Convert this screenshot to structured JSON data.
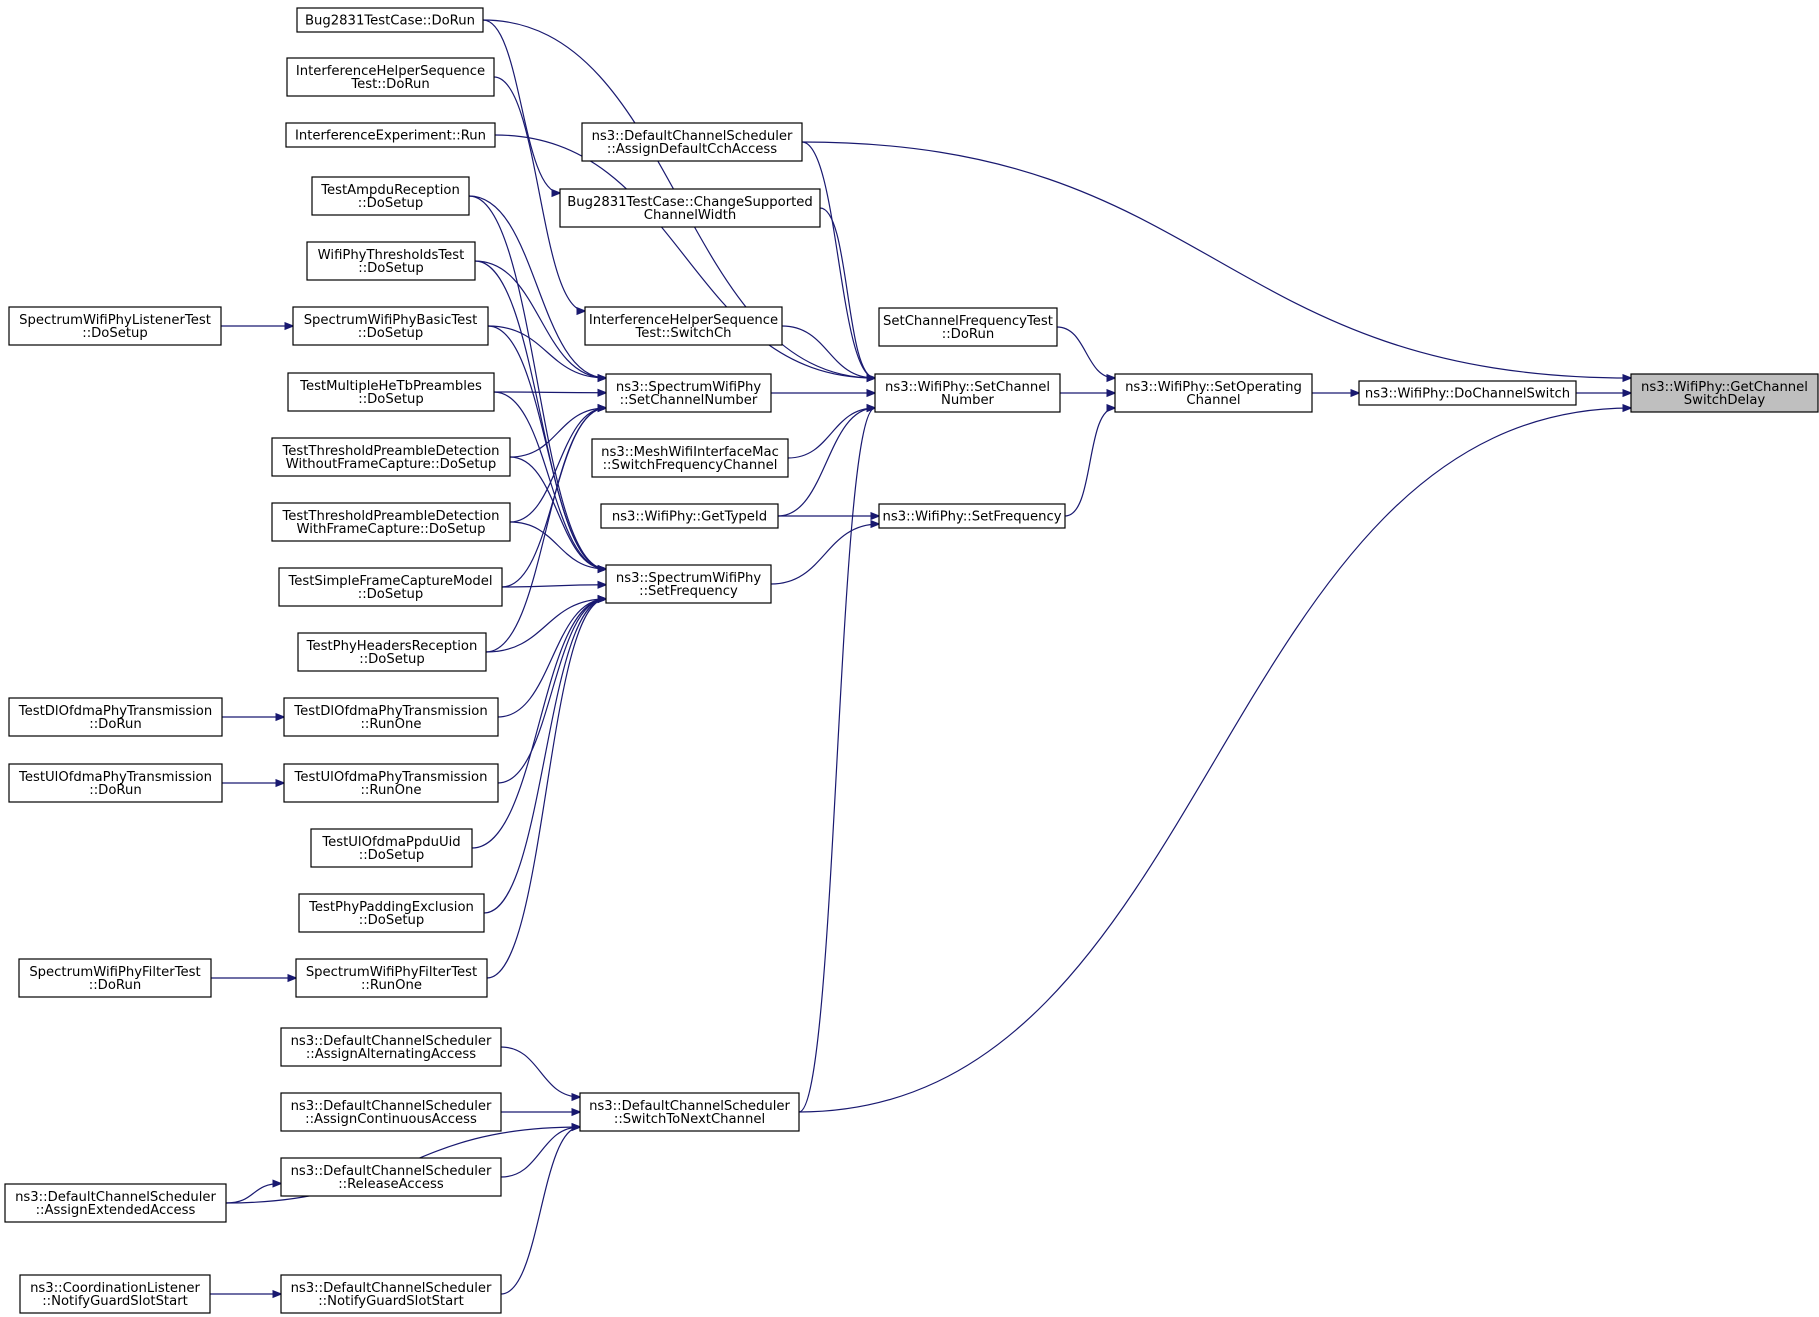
{
  "graph": {
    "edge_color": "#191970",
    "root_fill": "#bfbfbf",
    "nodes": [
      {
        "id": "getchannelswitchdelay",
        "lines": [
          "ns3::WifiPhy::GetChannel",
          "SwitchDelay"
        ],
        "root": true
      },
      {
        "id": "dochannelswitch",
        "lines": [
          "ns3::WifiPhy::DoChannelSwitch"
        ]
      },
      {
        "id": "setoperatingchannel",
        "lines": [
          "ns3::WifiPhy::SetOperating",
          "Channel"
        ]
      },
      {
        "id": "wifiphy-setchannelnumber",
        "lines": [
          "ns3::WifiPhy::SetChannel",
          "Number"
        ]
      },
      {
        "id": "setchannelfrequencytest-dorun",
        "lines": [
          "SetChannelFrequencyTest",
          "::DoRun"
        ]
      },
      {
        "id": "wifiphy-setfrequency",
        "lines": [
          "ns3::WifiPhy::SetFrequency"
        ]
      },
      {
        "id": "assigndefaultcchaccess",
        "lines": [
          "ns3::DefaultChannelScheduler",
          "::AssignDefaultCchAccess"
        ]
      },
      {
        "id": "changesupportedchannelwidth",
        "lines": [
          "Bug2831TestCase::ChangeSupported",
          "ChannelWidth"
        ]
      },
      {
        "id": "interferencehelper-switchch",
        "lines": [
          "InterferenceHelperSequence",
          "Test::SwitchCh"
        ]
      },
      {
        "id": "spectrum-setchannelnumber",
        "lines": [
          "ns3::SpectrumWifiPhy",
          "::SetChannelNumber"
        ]
      },
      {
        "id": "switchfrequencychannel",
        "lines": [
          "ns3::MeshWifiInterfaceMac",
          "::SwitchFrequencyChannel"
        ]
      },
      {
        "id": "gettypeid",
        "lines": [
          "ns3::WifiPhy::GetTypeId"
        ]
      },
      {
        "id": "spectrum-setfrequency",
        "lines": [
          "ns3::SpectrumWifiPhy",
          "::SetFrequency"
        ]
      },
      {
        "id": "switchtonextchannel",
        "lines": [
          "ns3::DefaultChannelScheduler",
          "::SwitchToNextChannel"
        ]
      },
      {
        "id": "bug2831-dorun",
        "lines": [
          "Bug2831TestCase::DoRun"
        ]
      },
      {
        "id": "interferencehelper-dorun",
        "lines": [
          "InterferenceHelperSequence",
          "Test::DoRun"
        ]
      },
      {
        "id": "interferenceexperiment-run",
        "lines": [
          "InterferenceExperiment::Run"
        ]
      },
      {
        "id": "testampdureception",
        "lines": [
          "TestAmpduReception",
          "::DoSetup"
        ]
      },
      {
        "id": "wifiphythresholdstest",
        "lines": [
          "WifiPhyThresholdsTest",
          "::DoSetup"
        ]
      },
      {
        "id": "spectrumwifiphybasictest",
        "lines": [
          "SpectrumWifiPhyBasicTest",
          "::DoSetup"
        ]
      },
      {
        "id": "testmultiplehetbpreambles",
        "lines": [
          "TestMultipleHeTbPreambles",
          "::DoSetup"
        ]
      },
      {
        "id": "testthreshold-without",
        "lines": [
          "TestThresholdPreambleDetection",
          "WithoutFrameCapture::DoSetup"
        ]
      },
      {
        "id": "testthreshold-with",
        "lines": [
          "TestThresholdPreambleDetection",
          "WithFrameCapture::DoSetup"
        ]
      },
      {
        "id": "testsimpleframecapturemodel",
        "lines": [
          "TestSimpleFrameCaptureModel",
          "::DoSetup"
        ]
      },
      {
        "id": "testphyheadersreception",
        "lines": [
          "TestPhyHeadersReception",
          "::DoSetup"
        ]
      },
      {
        "id": "testdlofdma-runone",
        "lines": [
          "TestDlOfdmaPhyTransmission",
          "::RunOne"
        ]
      },
      {
        "id": "testulofdma-runone",
        "lines": [
          "TestUlOfdmaPhyTransmission",
          "::RunOne"
        ]
      },
      {
        "id": "testulofdmappduuid",
        "lines": [
          "TestUlOfdmaPpduUid",
          "::DoSetup"
        ]
      },
      {
        "id": "testphypaddingexclusion",
        "lines": [
          "TestPhyPaddingExclusion",
          "::DoSetup"
        ]
      },
      {
        "id": "spectrumwifiphyfiltertest-runone",
        "lines": [
          "SpectrumWifiPhyFilterTest",
          "::RunOne"
        ]
      },
      {
        "id": "spectrumwifiphylistenertest",
        "lines": [
          "SpectrumWifiPhyListenerTest",
          "::DoSetup"
        ]
      },
      {
        "id": "testdlofdma-dorun",
        "lines": [
          "TestDlOfdmaPhyTransmission",
          "::DoRun"
        ]
      },
      {
        "id": "testulofdma-dorun",
        "lines": [
          "TestUlOfdmaPhyTransmission",
          "::DoRun"
        ]
      },
      {
        "id": "spectrumwifiphyfiltertest-dorun",
        "lines": [
          "SpectrumWifiPhyFilterTest",
          "::DoRun"
        ]
      },
      {
        "id": "assignalternatingaccess",
        "lines": [
          "ns3::DefaultChannelScheduler",
          "::AssignAlternatingAccess"
        ]
      },
      {
        "id": "assigncontinuousaccess",
        "lines": [
          "ns3::DefaultChannelScheduler",
          "::AssignContinuousAccess"
        ]
      },
      {
        "id": "releaseaccess",
        "lines": [
          "ns3::DefaultChannelScheduler",
          "::ReleaseAccess"
        ]
      },
      {
        "id": "notifyguardslotstart-scheduler",
        "lines": [
          "ns3::DefaultChannelScheduler",
          "::NotifyGuardSlotStart"
        ]
      },
      {
        "id": "assignextendedaccess",
        "lines": [
          "ns3::DefaultChannelScheduler",
          "::AssignExtendedAccess"
        ]
      },
      {
        "id": "notifyguardslotstart-listener",
        "lines": [
          "ns3::CoordinationListener",
          "::NotifyGuardSlotStart"
        ]
      }
    ],
    "edges": [
      {
        "from": "dochannelswitch",
        "to": "getchannelswitchdelay"
      },
      {
        "from": "assigndefaultcchaccess",
        "to": "getchannelswitchdelay"
      },
      {
        "from": "switchtonextchannel",
        "to": "getchannelswitchdelay"
      },
      {
        "from": "setoperatingchannel",
        "to": "dochannelswitch"
      },
      {
        "from": "wifiphy-setchannelnumber",
        "to": "setoperatingchannel"
      },
      {
        "from": "setchannelfrequencytest-dorun",
        "to": "setoperatingchannel"
      },
      {
        "from": "wifiphy-setfrequency",
        "to": "setoperatingchannel"
      },
      {
        "from": "spectrum-setchannelnumber",
        "to": "wifiphy-setchannelnumber"
      },
      {
        "from": "assigndefaultcchaccess",
        "to": "wifiphy-setchannelnumber"
      },
      {
        "from": "changesupportedchannelwidth",
        "to": "wifiphy-setchannelnumber"
      },
      {
        "from": "interferencehelper-switchch",
        "to": "wifiphy-setchannelnumber"
      },
      {
        "from": "interferenceexperiment-run",
        "to": "wifiphy-setchannelnumber"
      },
      {
        "from": "bug2831-dorun",
        "to": "wifiphy-setchannelnumber"
      },
      {
        "from": "switchfrequencychannel",
        "to": "wifiphy-setchannelnumber"
      },
      {
        "from": "gettypeid",
        "to": "wifiphy-setchannelnumber"
      },
      {
        "from": "switchtonextchannel",
        "to": "wifiphy-setchannelnumber"
      },
      {
        "from": "spectrum-setfrequency",
        "to": "wifiphy-setfrequency"
      },
      {
        "from": "gettypeid",
        "to": "wifiphy-setfrequency"
      },
      {
        "from": "bug2831-dorun",
        "to": "changesupportedchannelwidth"
      },
      {
        "from": "interferencehelper-dorun",
        "to": "interferencehelper-switchch"
      },
      {
        "from": "testampdureception",
        "to": "spectrum-setchannelnumber"
      },
      {
        "from": "wifiphythresholdstest",
        "to": "spectrum-setchannelnumber"
      },
      {
        "from": "spectrumwifiphybasictest",
        "to": "spectrum-setchannelnumber"
      },
      {
        "from": "testmultiplehetbpreambles",
        "to": "spectrum-setchannelnumber"
      },
      {
        "from": "testthreshold-without",
        "to": "spectrum-setchannelnumber"
      },
      {
        "from": "testthreshold-with",
        "to": "spectrum-setchannelnumber"
      },
      {
        "from": "testsimpleframecapturemodel",
        "to": "spectrum-setchannelnumber"
      },
      {
        "from": "testphyheadersreception",
        "to": "spectrum-setchannelnumber"
      },
      {
        "from": "testampdureception",
        "to": "spectrum-setfrequency"
      },
      {
        "from": "wifiphythresholdstest",
        "to": "spectrum-setfrequency"
      },
      {
        "from": "spectrumwifiphybasictest",
        "to": "spectrum-setfrequency"
      },
      {
        "from": "testmultiplehetbpreambles",
        "to": "spectrum-setfrequency"
      },
      {
        "from": "testthreshold-without",
        "to": "spectrum-setfrequency"
      },
      {
        "from": "testthreshold-with",
        "to": "spectrum-setfrequency"
      },
      {
        "from": "testsimpleframecapturemodel",
        "to": "spectrum-setfrequency"
      },
      {
        "from": "testphyheadersreception",
        "to": "spectrum-setfrequency"
      },
      {
        "from": "testdlofdma-runone",
        "to": "spectrum-setfrequency"
      },
      {
        "from": "testulofdma-runone",
        "to": "spectrum-setfrequency"
      },
      {
        "from": "testulofdmappduuid",
        "to": "spectrum-setfrequency"
      },
      {
        "from": "testphypaddingexclusion",
        "to": "spectrum-setfrequency"
      },
      {
        "from": "spectrumwifiphyfiltertest-runone",
        "to": "spectrum-setfrequency"
      },
      {
        "from": "spectrumwifiphylistenertest",
        "to": "spectrumwifiphybasictest"
      },
      {
        "from": "testdlofdma-dorun",
        "to": "testdlofdma-runone"
      },
      {
        "from": "testulofdma-dorun",
        "to": "testulofdma-runone"
      },
      {
        "from": "spectrumwifiphyfiltertest-dorun",
        "to": "spectrumwifiphyfiltertest-runone"
      },
      {
        "from": "assignalternatingaccess",
        "to": "switchtonextchannel"
      },
      {
        "from": "assigncontinuousaccess",
        "to": "switchtonextchannel"
      },
      {
        "from": "releaseaccess",
        "to": "switchtonextchannel"
      },
      {
        "from": "assignextendedaccess",
        "to": "switchtonextchannel"
      },
      {
        "from": "notifyguardslotstart-scheduler",
        "to": "switchtonextchannel"
      },
      {
        "from": "assignextendedaccess",
        "to": "releaseaccess"
      },
      {
        "from": "notifyguardslotstart-listener",
        "to": "notifyguardslotstart-scheduler"
      }
    ]
  }
}
